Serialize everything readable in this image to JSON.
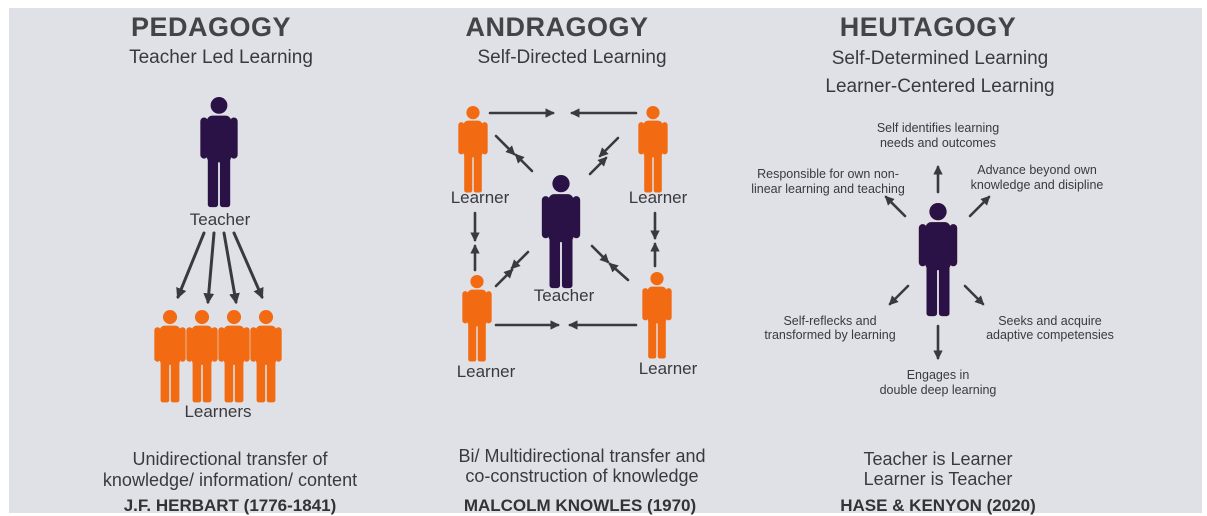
{
  "colors": {
    "teacher": "#2b1246",
    "learner": "#f26a12",
    "arrow": "#3a3a3e",
    "panel": "#dfe1e6"
  },
  "pedagogy": {
    "title": "PEDAGOGY",
    "subtitle": "Teacher Led Learning",
    "teacher_label": "Teacher",
    "learners_label": "Learners",
    "desc_line1": "Unidirectional transfer of",
    "desc_line2": "knowledge/ information/ content",
    "author": "J.F. HERBART (1776-1841)"
  },
  "andragogy": {
    "title": "ANDRAGOGY",
    "subtitle": "Self-Directed Learning",
    "learner_label": "Learner",
    "teacher_label": "Teacher",
    "desc_line1": "Bi/ Multidirectional transfer and",
    "desc_line2": "co-construction of knowledge",
    "author": "MALCOLM KNOWLES (1970)"
  },
  "heutagogy": {
    "title": "HEUTAGOGY",
    "subtitle1": "Self-Determined Learning",
    "subtitle2": "Learner-Centered Learning",
    "top_line1": "Self identifies learning",
    "top_line2": "needs and outcomes",
    "left_line1": "Responsible for own non-",
    "left_line2": "linear learning and teaching",
    "right_line1": "Advance beyond own",
    "right_line2": "knowledge and disipline",
    "lowleft_line1": "Self-reflecks and",
    "lowleft_line2": "transformed by learning",
    "lowright_line1": "Seeks and acquire",
    "lowright_line2": "adaptive competensies",
    "bottom_line1": "Engages in",
    "bottom_line2": "double deep learning",
    "desc_line1": "Teacher is Learner",
    "desc_line2": "Learner is Teacher",
    "author": "HASE & KENYON (2020)"
  }
}
